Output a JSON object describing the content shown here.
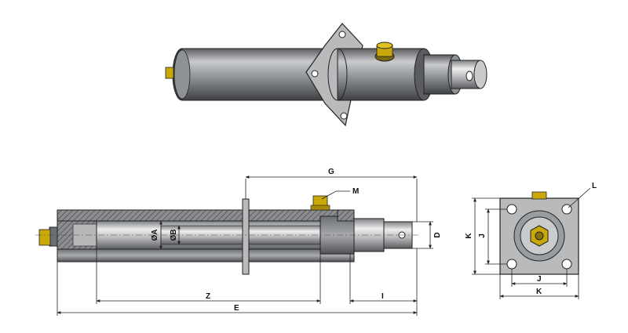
{
  "colors": {
    "steel": "#8d9094",
    "steel_dark": "#4a4c4f",
    "steel_light": "#d9dadb",
    "fitting": "#c9a80a",
    "line": "#222222"
  },
  "labels": {
    "G": "G",
    "M": "M",
    "OA": "ØA",
    "OB": "ØB",
    "D": "D",
    "Z": "Z",
    "I": "I",
    "E": "E",
    "L": "L",
    "K_side": "K",
    "J_side": "J",
    "J_bottom": "J",
    "K_bottom": "K"
  }
}
